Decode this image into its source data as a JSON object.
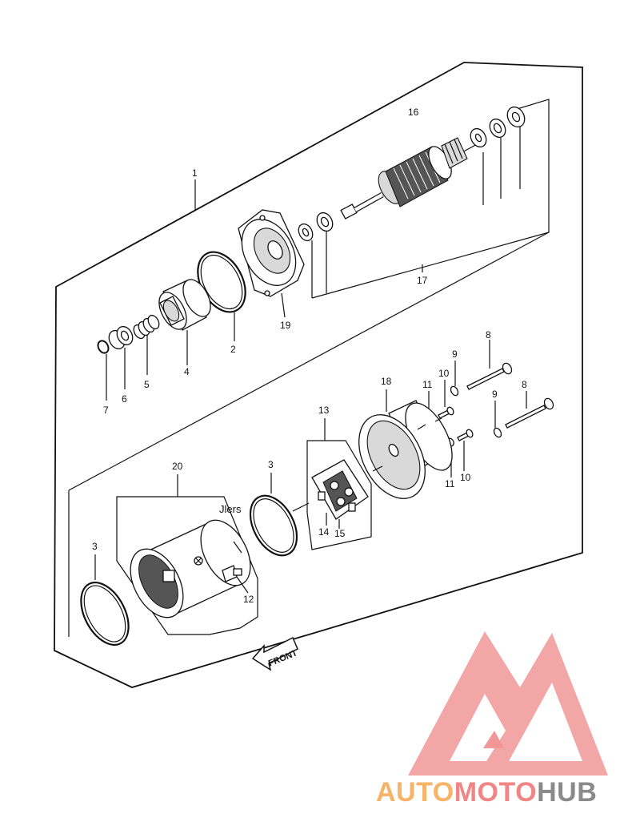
{
  "callouts": {
    "c1": "1",
    "c2": "2",
    "c3a": "3",
    "c3b": "3",
    "c4": "4",
    "c5": "5",
    "c6": "6",
    "c7": "7",
    "c8a": "8",
    "c8b": "8",
    "c9a": "9",
    "c9b": "9",
    "c10a": "10",
    "c10b": "10",
    "c11a": "11",
    "c11b": "11",
    "c12": "12",
    "c13": "13",
    "c14": "14",
    "c15": "15",
    "c16": "16",
    "c17": "17",
    "c18": "18",
    "c19": "19",
    "c20": "20"
  },
  "front_arrow_label": "FRONT",
  "mirrored_text": "Jlers",
  "watermark": {
    "part1": "AUTO",
    "part2": "MOTO",
    "part3": "HUB",
    "colors": {
      "orange": "#f7b366",
      "red": "#ef8585",
      "gray": "#8a8a8a"
    }
  }
}
